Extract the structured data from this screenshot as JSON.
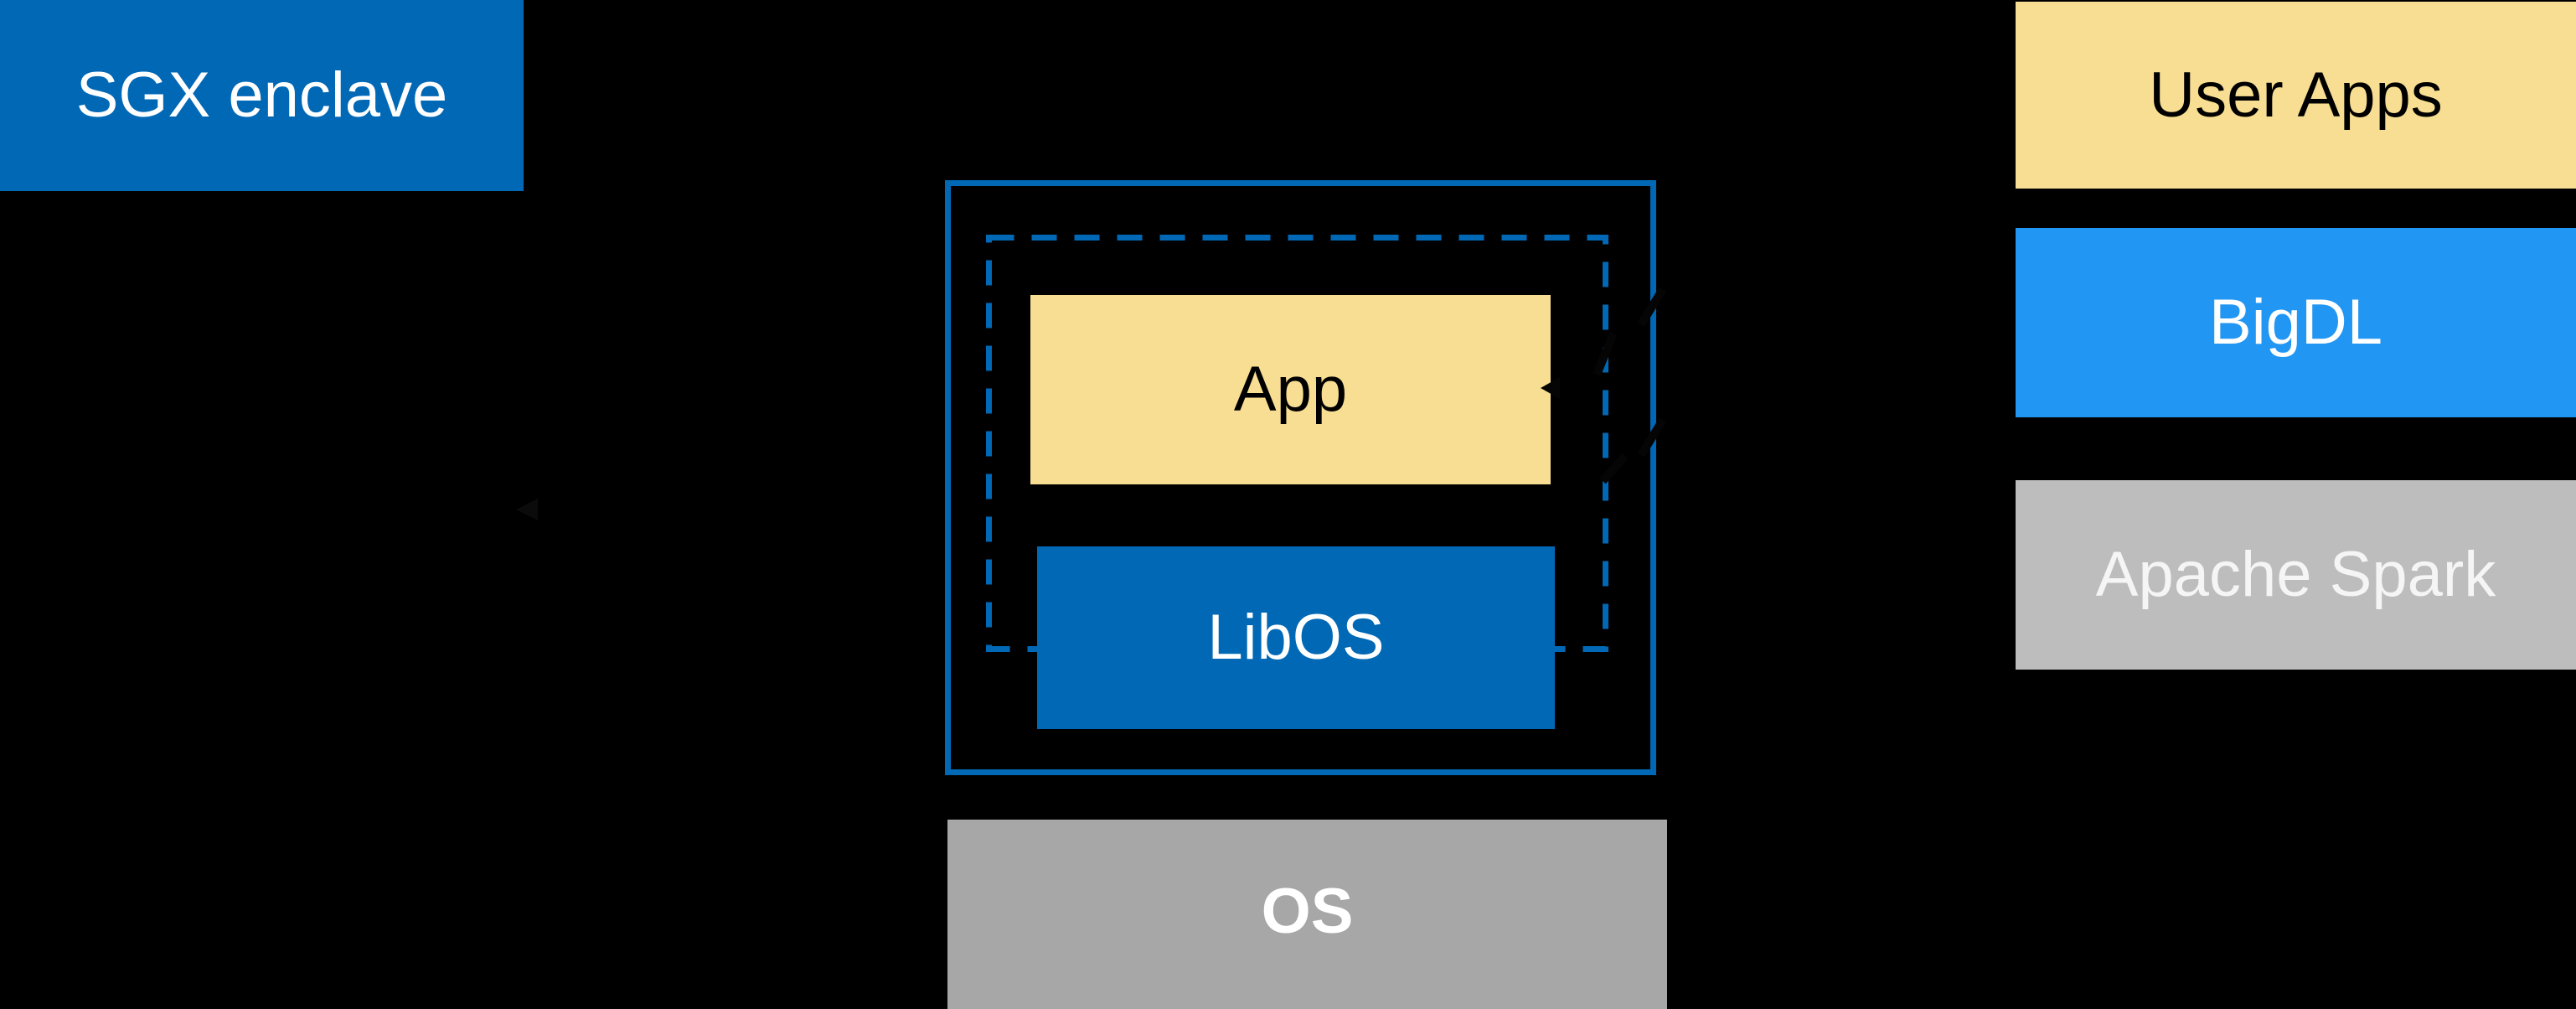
{
  "diagram": {
    "sgx_enclave": {
      "label": "SGX enclave"
    },
    "enclave": {
      "app": {
        "label": "App"
      },
      "libos": {
        "label": "LibOS"
      }
    },
    "os": {
      "label": "OS"
    },
    "stack": {
      "user_apps": {
        "label": "User Apps"
      },
      "bigdl": {
        "label": "BigDL"
      },
      "apache_spark": {
        "label": "Apache Spark"
      }
    },
    "palette": {
      "background": "#000000",
      "intel_blue": "#0068B5",
      "bright_blue": "#2196F3",
      "yellow": "#F8DE92",
      "spark_gray": "#BDBDBD",
      "os_gray": "#A7A7A7",
      "text_light": "#FFFFFF",
      "text_dark": "#000000",
      "connector": "#000000"
    }
  }
}
